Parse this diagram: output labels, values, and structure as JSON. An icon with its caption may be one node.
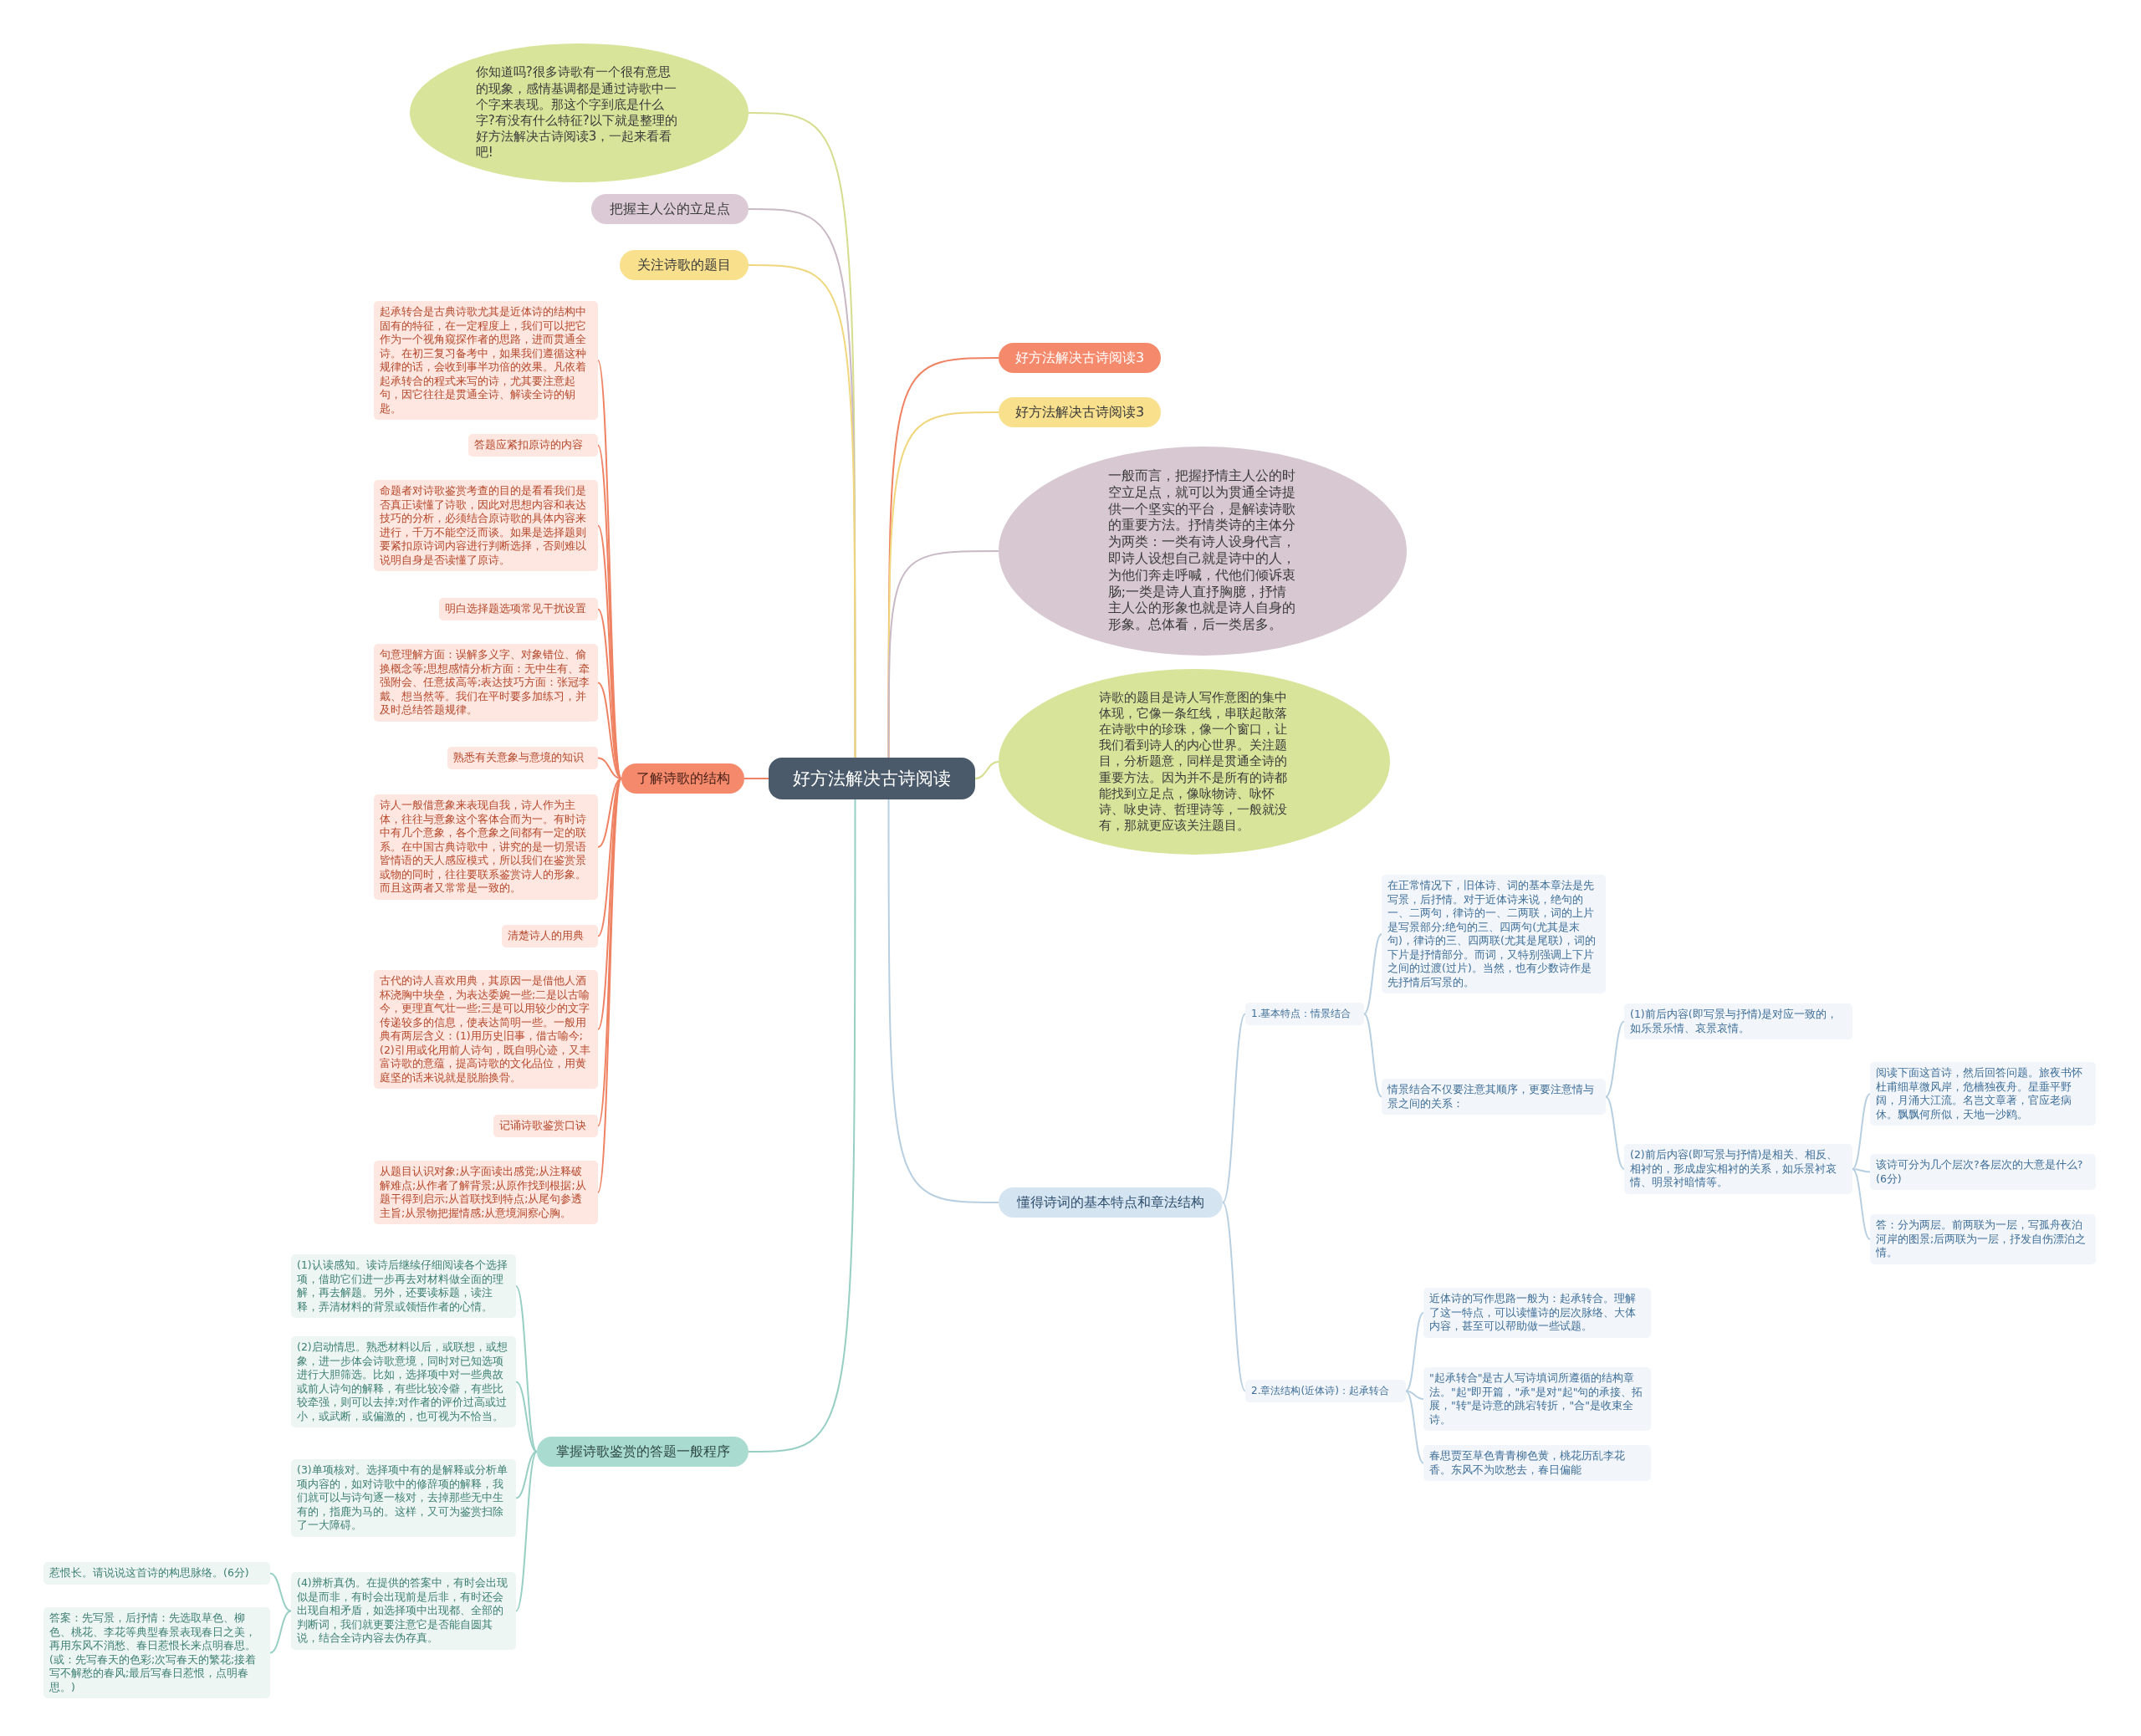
{
  "diagram": {
    "nodes": [
      {
        "text": [
          "好方法解决古诗阅读"
        ]
      },
      {
        "text": [
          "你知道吗?很多诗歌有一个很有意思的现象，感情基调都是通过诗歌中一个字来表现。那这个字到底是什么字?有没有什么特征?以下就是整理的好方法解决古诗阅读3，一起来看看吧!"
        ]
      },
      {
        "text": [
          "把握主人公的立足点"
        ]
      },
      {
        "text": [
          "关注诗歌的题目"
        ]
      },
      {
        "text": [
          "了解诗歌的结构"
        ]
      },
      {
        "text": [
          "起承转合是古典诗歌尤其是近体诗的结构中固有的特征，在一定程度上，我们可以把它作为一个视角窥探作者的思路，进而贯通全诗。在初三复习备考中，如果我们遵循这种规律的话，会收到事半功倍的效果。凡依着起承转合的程式来写的诗，尤其要注意起句，因它往往是贯通全诗、解读全诗的钥匙。"
        ]
      },
      {
        "text": [
          "答题应紧扣原诗的内容"
        ]
      },
      {
        "text": [
          "命题者对诗歌鉴赏考查的目的是看看我们是否真正读懂了诗歌，因此对思想内容和表达技巧的分析，必须结合原诗歌的具体内容来进行，千万不能空泛而谈。如果是选择题则要紧扣原诗词内容进行判断选择，否则难以说明自身是否读懂了原诗。"
        ]
      },
      {
        "text": [
          "明白选择题选项常见干扰设置"
        ]
      },
      {
        "text": [
          "句意理解方面：误解多义字、对象错位、偷换概念等;思想感情分析方面：无中生有、牵强附会、任意拔高等;表达技巧方面：张冠李戴、想当然等。我们在平时要多加练习，并及时总结答题规律。"
        ]
      },
      {
        "text": [
          "熟悉有关意象与意境的知识"
        ]
      },
      {
        "text": [
          "诗人一般借意象来表现自我，诗人作为主体，往往与意象这个客体合而为一。有时诗中有几个意象，各个意象之间都有一定的联系。在中国古典诗歌中，讲究的是一切景语皆情语的天人感应模式，所以我们在鉴赏景或物的同时，往往要联系鉴赏诗人的形象。而且这两者又常常是一致的。"
        ]
      },
      {
        "text": [
          "清楚诗人的用典"
        ]
      },
      {
        "text": [
          "古代的诗人喜欢用典，其原因一是借他人酒杯浇胸中块垒，为表达委婉一些;二是以古喻今，更理直气壮一些;三是可以用较少的文字传递较多的信息，使表达简明一些。一般用典有两层含义：(1)用历史旧事，借古喻今;(2)引用或化用前人诗句，既自明心迹，又丰富诗歌的意蕴，提高诗歌的文化品位，用黄庭坚的话来说就是脱胎换骨。"
        ]
      },
      {
        "text": [
          "记诵诗歌鉴赏口诀"
        ]
      },
      {
        "text": [
          "从题目认识对象;从字面读出感觉;从注释破解难点;从作者了解背景;从原作找到根据;从题干得到启示;从首联找到特点;从尾句参透主旨;从景物把握情感;从意境洞察心胸。"
        ]
      },
      {
        "text": [
          "掌握诗歌鉴赏的答题一般程序"
        ]
      },
      {
        "text": [
          "(1)认读感知。读诗后继续仔细阅读各个选择项，借助它们进一步再去对材料做全面的理解，再去解题。另外，还要读标题，读注释，弄清材料的背景或领悟作者的心情。"
        ]
      },
      {
        "text": [
          "(2)启动情思。熟悉材料以后，或联想，或想象，进一步体会诗歌意境，同时对已知选项进行大胆筛选。比如，选择项中对一些典故或前人诗句的解释，有些比较冷僻，有些比较牵强，则可以去掉;对作者的评价过高或过小，或武断，或偏激的，也可视为不恰当。"
        ]
      },
      {
        "text": [
          "(3)单项核对。选择项中有的是解释或分析单项内容的，如对诗歌中的修辞项的解释，我们就可以与诗句逐一核对，去掉那些无中生有的，指鹿为马的。这样，又可为鉴赏扫除了一大障碍。"
        ]
      },
      {
        "text": [
          "(4)辨析真伪。在提供的答案中，有时会出现似是而非，有时会出现前是后非，有时还会出现自相矛盾，如选择项中出现都、全部的判断词，我们就更要注意它是否能自圆其说，结合全诗内容去伪存真。"
        ]
      },
      {
        "text": [
          "惹恨长。请说说这首诗的构思脉络。(6分)"
        ]
      },
      {
        "text": [
          "答案：先写景，后抒情：先选取草色、柳色、桃花、李花等典型春景表现春日之美，再用东风不消愁、春日惹恨长来点明春思。(或：先写春天的色彩;次写春天的繁花;接着写不解愁的春风;最后写春日惹恨，点明春思。)"
        ]
      },
      {
        "text": [
          "好方法解决古诗阅读3"
        ]
      },
      {
        "text": [
          "好方法解决古诗阅读3"
        ]
      },
      {
        "text": [
          "一般而言，把握抒情主人公的时空立足点，就可以为贯通全诗提供一个坚实的平台，是解读诗歌的重要方法。抒情类诗的主体分为两类：一类有诗人设身代言，即诗人设想自己就是诗中的人，为他们奔走呼喊，代他们倾诉衷肠;一类是诗人直抒胸臆，抒情主人公的形象也就是诗人自身的形象。总体看，后一类居多。"
        ]
      },
      {
        "text": [
          "诗歌的题目是诗人写作意图的集中体现，它像一条红线，串联起散落在诗歌中的珍珠，像一个窗口，让我们看到诗人的内心世界。关注题目，分析题意，同样是贯通全诗的重要方法。因为并不是所有的诗都能找到立足点，像咏物诗、咏怀诗、咏史诗、哲理诗等，一般就没有，那就更应该关注题目。"
        ]
      },
      {
        "text": [
          "懂得诗词的基本特点和章法结构"
        ]
      },
      {
        "text": [
          "1.基本特点：情景结合"
        ]
      },
      {
        "text": [
          "在正常情况下，旧体诗、词的基本章法是先写景，后抒情。对于近体诗来说，绝句的一、二两句，律诗的一、二两联，词的上片是写景部分;绝句的三、四两句(尤其是末句)，律诗的三、四两联(尤其是尾联)，词的下片是抒情部分。而词，又特别强调上下片之间的过渡(过片)。当然，也有少数诗作是先抒情后写景的。"
        ]
      },
      {
        "text": [
          "情景结合不仅要注意其顺序，更要注意情与景之间的关系："
        ]
      },
      {
        "text": [
          "(1)前后内容(即写景与抒情)是对应一致的，如乐景乐情、哀景哀情。"
        ]
      },
      {
        "text": [
          "(2)前后内容(即写景与抒情)是相关、相反、相衬的，形成虚实相衬的关系，如乐景衬哀情、明景衬暗情等。"
        ]
      },
      {
        "text": [
          "阅读下面这首诗，然后回答问题。旅夜书怀杜甫细草微风岸，危樯独夜舟。星垂平野阔，月涌大江流。名岂文章著，官应老病休。飘飘何所似，天地一沙鸥。"
        ]
      },
      {
        "text": [
          "该诗可分为几个层次?各层次的大意是什么?(6分)"
        ]
      },
      {
        "text": [
          "答：分为两层。前两联为一层，写孤舟夜泊河岸的图景;后两联为一层，抒发自伤漂泊之情。"
        ]
      },
      {
        "text": [
          "2.章法结构(近体诗)：起承转合"
        ]
      },
      {
        "text": [
          "近体诗的写作思路一般为：起承转合。理解了这一特点，可以读懂诗的层次脉络、大体内容，甚至可以帮助做一些试题。"
        ]
      },
      {
        "text": [
          "\"起承转合\"是古人写诗填词所遵循的结构章法。\"起\"即开篇，\"承\"是对\"起\"句的承接、拓展，\"转\"是诗意的跳宕转折，\"合\"是收束全诗。"
        ]
      },
      {
        "text": [
          "春思贾至草色青青柳色黄，桃花历乱李花香。东风不为吹愁去，春日偏能"
        ]
      }
    ],
    "edges": [
      {
        "from": 0,
        "to": 1,
        "arrow": "none",
        "color": "#d6dd8e"
      },
      {
        "from": 0,
        "to": 2,
        "arrow": "none",
        "color": "#c9b8c5"
      },
      {
        "from": 0,
        "to": 3,
        "arrow": "none",
        "color": "#f0d67c"
      },
      {
        "from": 0,
        "to": 4,
        "arrow": "none",
        "color": "#ef8262"
      },
      {
        "from": 4,
        "to": 5,
        "arrow": "none",
        "color": "#ef8262"
      },
      {
        "from": 4,
        "to": 6,
        "arrow": "none",
        "color": "#ef8262"
      },
      {
        "from": 4,
        "to": 7,
        "arrow": "none",
        "color": "#ef8262"
      },
      {
        "from": 4,
        "to": 8,
        "arrow": "none",
        "color": "#ef8262"
      },
      {
        "from": 4,
        "to": 9,
        "arrow": "none",
        "color": "#ef8262"
      },
      {
        "from": 4,
        "to": 10,
        "arrow": "none",
        "color": "#ef8262"
      },
      {
        "from": 4,
        "to": 11,
        "arrow": "none",
        "color": "#ef8262"
      },
      {
        "from": 4,
        "to": 12,
        "arrow": "none",
        "color": "#ef8262"
      },
      {
        "from": 4,
        "to": 13,
        "arrow": "none",
        "color": "#ef8262"
      },
      {
        "from": 4,
        "to": 14,
        "arrow": "none",
        "color": "#ef8262"
      },
      {
        "from": 4,
        "to": 15,
        "arrow": "none",
        "color": "#ef8262"
      },
      {
        "from": 0,
        "to": 16,
        "arrow": "none",
        "color": "#97cfc4"
      },
      {
        "from": 16,
        "to": 17,
        "arrow": "none",
        "color": "#97cfc4"
      },
      {
        "from": 16,
        "to": 18,
        "arrow": "none",
        "color": "#97cfc4"
      },
      {
        "from": 16,
        "to": 19,
        "arrow": "none",
        "color": "#97cfc4"
      },
      {
        "from": 16,
        "to": 20,
        "arrow": "none",
        "color": "#97cfc4"
      },
      {
        "from": 20,
        "to": 21,
        "arrow": "none",
        "color": "#97cfc4"
      },
      {
        "from": 20,
        "to": 22,
        "arrow": "none",
        "color": "#97cfc4"
      },
      {
        "from": 0,
        "to": 23,
        "arrow": "none",
        "color": "#ef8262"
      },
      {
        "from": 0,
        "to": 24,
        "arrow": "none",
        "color": "#f0d67c"
      },
      {
        "from": 0,
        "to": 25,
        "arrow": "none",
        "color": "#c9b8c5"
      },
      {
        "from": 0,
        "to": 26,
        "arrow": "none",
        "color": "#d6dd8e"
      },
      {
        "from": 0,
        "to": 27,
        "arrow": "none",
        "color": "#b7cfe0"
      },
      {
        "from": 27,
        "to": 28,
        "arrow": "none",
        "color": "#b7cfe0"
      },
      {
        "from": 28,
        "to": 29,
        "arrow": "none",
        "color": "#b7cfe0"
      },
      {
        "from": 28,
        "to": 30,
        "arrow": "none",
        "color": "#b7cfe0"
      },
      {
        "from": 30,
        "to": 31,
        "arrow": "none",
        "color": "#b7cfe0"
      },
      {
        "from": 30,
        "to": 32,
        "arrow": "none",
        "color": "#b7cfe0"
      },
      {
        "from": 32,
        "to": 33,
        "arrow": "none",
        "color": "#b7cfe0"
      },
      {
        "from": 32,
        "to": 34,
        "arrow": "none",
        "color": "#b7cfe0"
      },
      {
        "from": 32,
        "to": 35,
        "arrow": "none",
        "color": "#b7cfe0"
      },
      {
        "from": 27,
        "to": 36,
        "arrow": "none",
        "color": "#b7cfe0"
      },
      {
        "from": 36,
        "to": 37,
        "arrow": "none",
        "color": "#b7cfe0"
      },
      {
        "from": 36,
        "to": 38,
        "arrow": "none",
        "color": "#b7cfe0"
      },
      {
        "from": 36,
        "to": 39,
        "arrow": "none",
        "color": "#b7cfe0"
      }
    ]
  }
}
